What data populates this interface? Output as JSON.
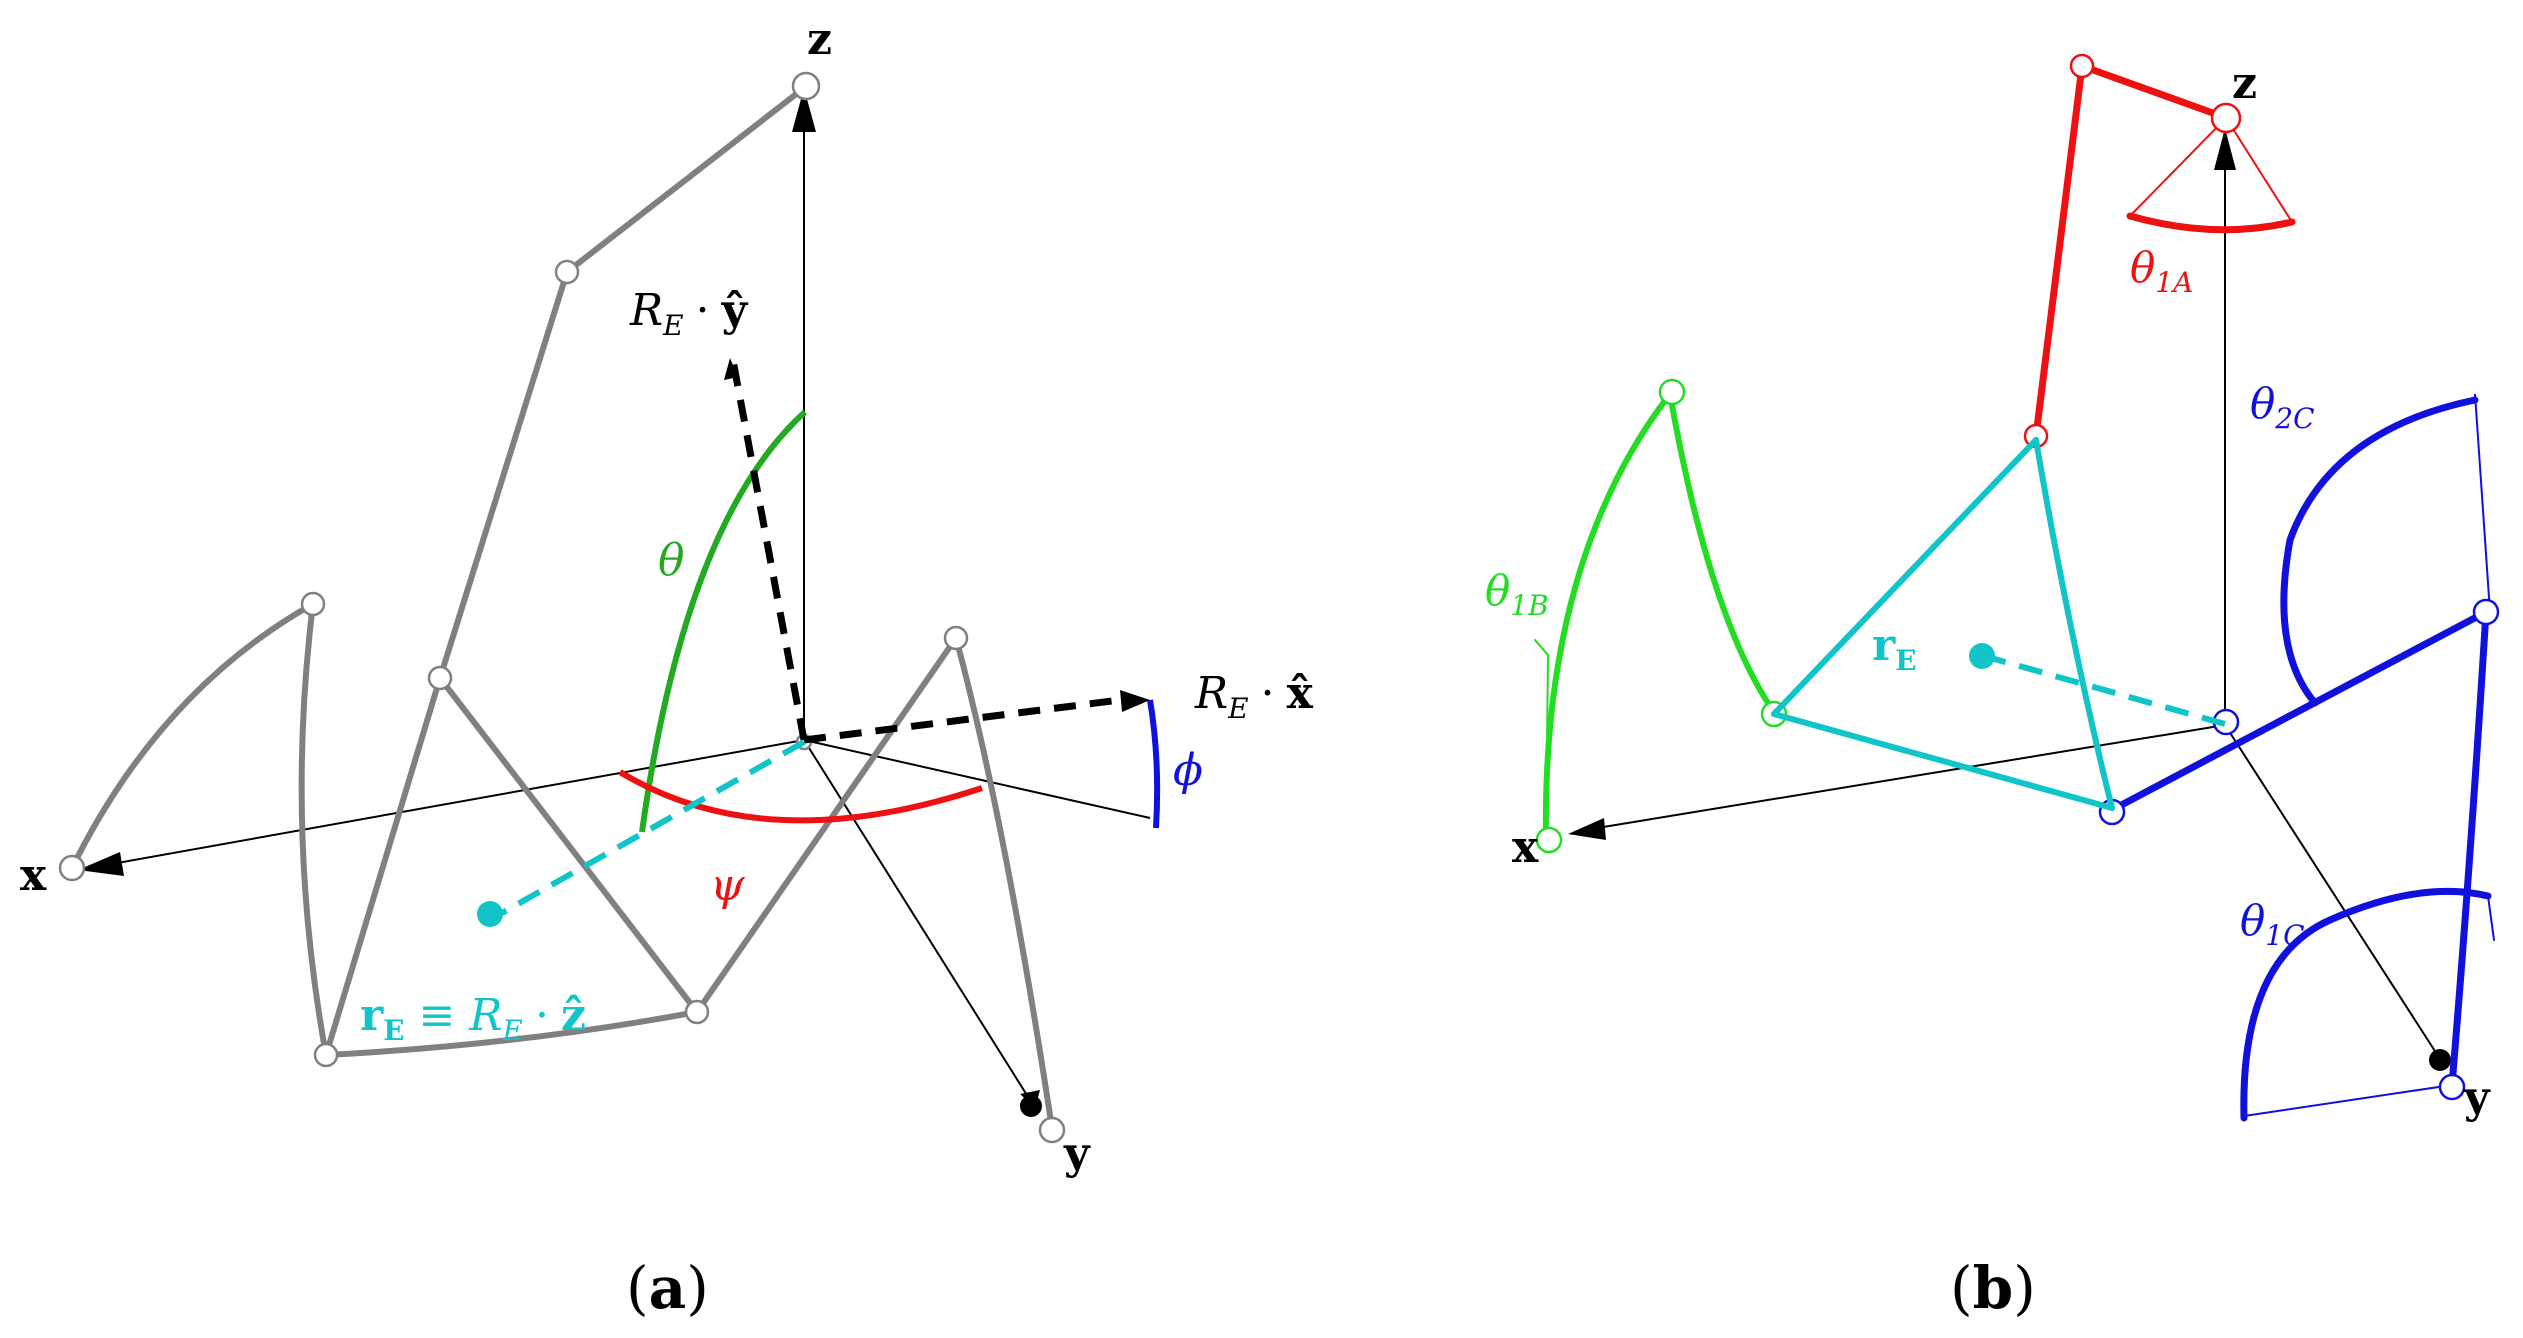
{
  "colors": {
    "axis": "#000000",
    "frame": "#808080",
    "cyan": "#10c4c8",
    "green": "#22dd22",
    "red": "#ee1111",
    "blue": "#1111dd"
  },
  "panel_a": {
    "caption_open": "(",
    "caption_letter": "a",
    "caption_close": ")",
    "axis_x": "x",
    "axis_y": "y",
    "axis_z": "z",
    "label_rey": "R",
    "label_rey_sub": "E",
    "label_rey_dot": "·",
    "label_rey_vec": "ŷ",
    "label_rex": "R",
    "label_rex_sub": "E",
    "label_rex_dot": "·",
    "label_rex_vec": "x̂",
    "label_theta": "θ",
    "label_psi": "ψ",
    "label_phi": "ϕ",
    "label_re_r": "r",
    "label_re_sub": "E",
    "label_re_equiv": "≡",
    "label_re_R": "R",
    "label_re_Rsub": "E",
    "label_re_dot": "·",
    "label_re_vec": "ẑ"
  },
  "panel_b": {
    "caption_open": "(",
    "caption_letter": "b",
    "caption_close": ")",
    "axis_x": "x",
    "axis_y": "y",
    "axis_z": "z",
    "label_theta1a": "θ",
    "label_theta1a_sub": "1A",
    "label_theta1b": "θ",
    "label_theta1b_sub": "1B",
    "label_theta2c": "θ",
    "label_theta2c_sub": "2C",
    "label_theta1c": "θ",
    "label_theta1c_sub": "1C",
    "label_re_r": "r",
    "label_re_sub": "E"
  }
}
